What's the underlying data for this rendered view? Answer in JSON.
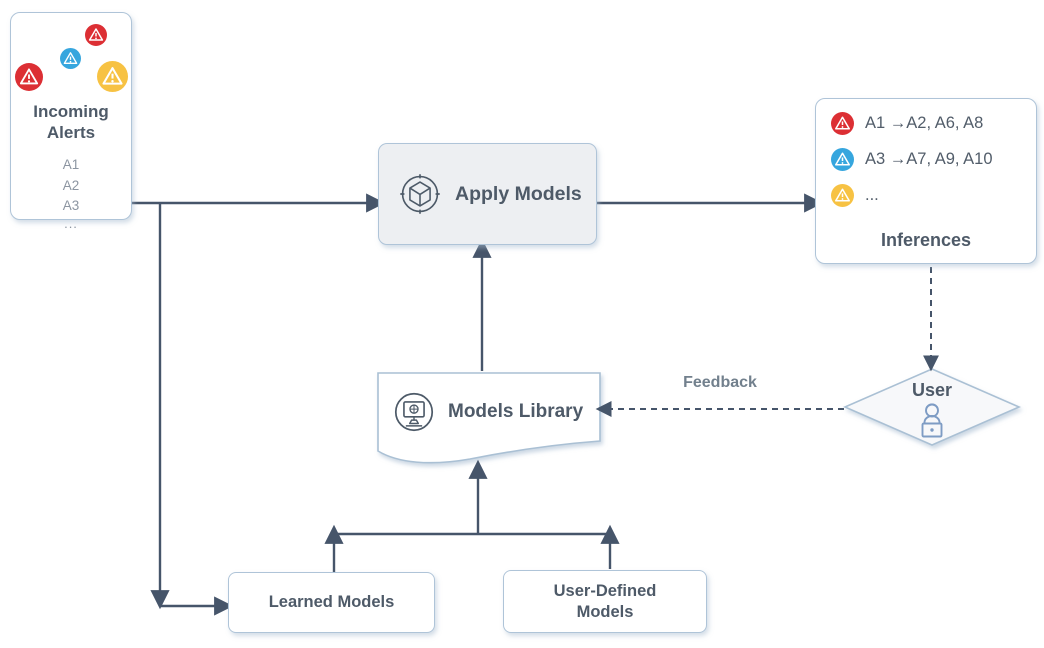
{
  "nodes": {
    "incoming_alerts": {
      "title": "Incoming Alerts",
      "items": [
        "A1",
        "A2",
        "A3"
      ],
      "more": "..."
    },
    "apply_models": {
      "label": "Apply Models"
    },
    "inferences": {
      "label": "Inferences",
      "rows": [
        {
          "icon": "alert-red",
          "text": "A1 →A2, A6, A8"
        },
        {
          "icon": "alert-blue",
          "text": "A3 →A7, A9, A10"
        },
        {
          "icon": "alert-yellow",
          "text": "..."
        }
      ]
    },
    "models_library": {
      "label": "Models Library"
    },
    "user": {
      "label": "User"
    },
    "learned_models": {
      "label": "Learned Models"
    },
    "user_defined_models": {
      "label": "User-Defined Models"
    }
  },
  "edges": {
    "feedback_label": "Feedback"
  },
  "colors": {
    "alert_red": "#dc2f34",
    "alert_blue": "#36a6de",
    "alert_yellow": "#f7c243",
    "connector": "#46556a",
    "box_border": "#aac0d4",
    "apply_models_fill": "#edeff2",
    "diamond_fill": "#f7f8fa",
    "text_primary": "#4e5a68",
    "text_muted": "#8c95a1",
    "feedback_text": "#72808d",
    "user_icon": "#7e9cc4"
  },
  "icons": {
    "alert": "warning-triangle-in-circle",
    "apply_models": "wireframe-cube-in-circle",
    "models_library": "monitor-with-gear-in-circle",
    "user": "person-at-computer"
  }
}
